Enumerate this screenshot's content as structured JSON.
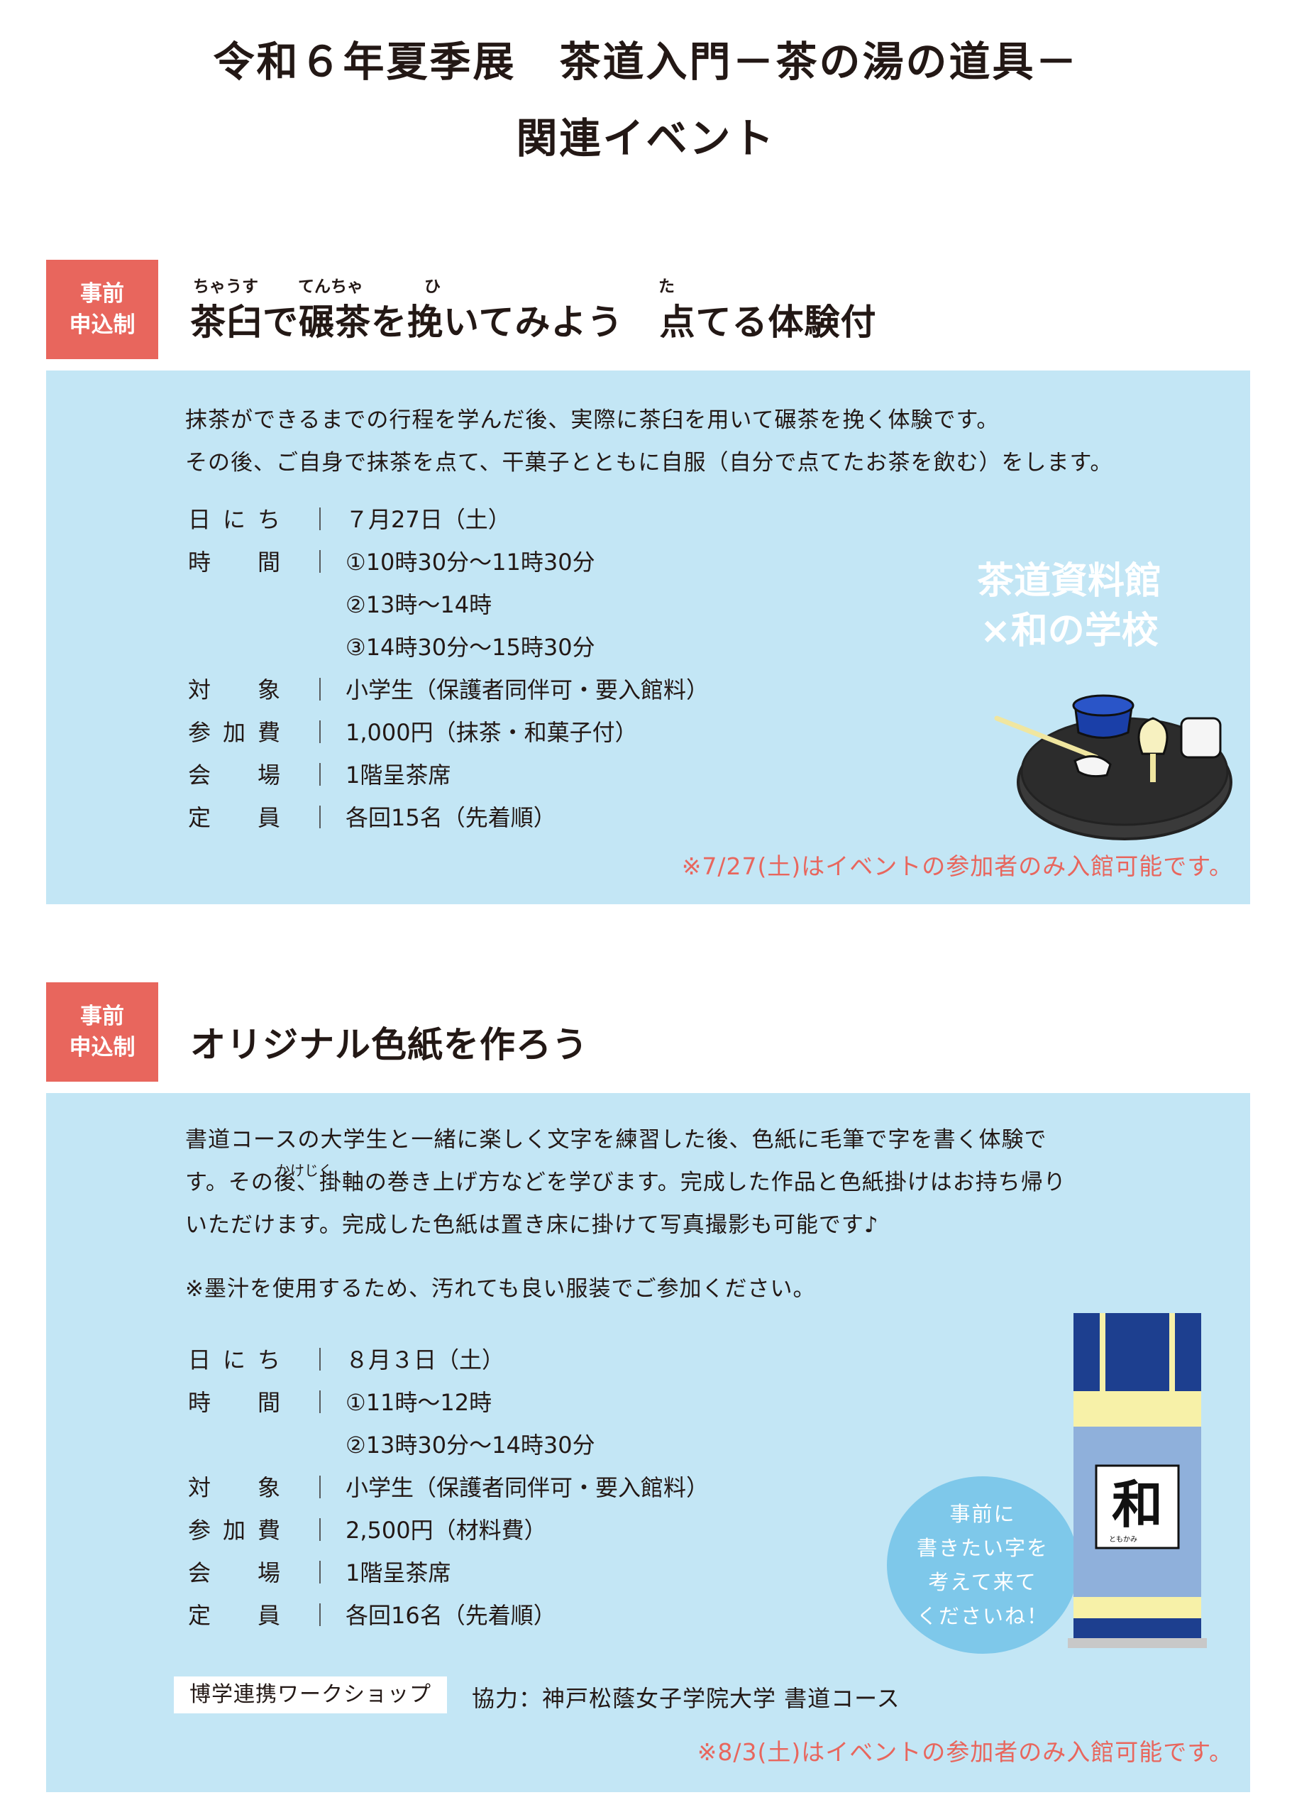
{
  "header": {
    "line1": "令和６年夏季展　茶道入門－茶の湯の道具－",
    "line2": "関連イベント"
  },
  "event1": {
    "badge": [
      "事前",
      "申込制"
    ],
    "ruby": {
      "chausu": "ちゃうす",
      "tencha": "てんちゃ",
      "hi": "ひ",
      "ta": "た"
    },
    "title": "茶臼で碾茶を挽いてみよう　点てる体験付",
    "description": [
      "抹茶ができるまでの行程を学んだ後、実際に茶臼を用いて碾茶を挽く体験です。",
      "その後、ご自身で抹茶を点て、干菓子とともに自服（自分で点てたお茶を飲む）をします。"
    ],
    "details": [
      {
        "label": "日にち",
        "value": "７月27日（土）"
      },
      {
        "label": "時間",
        "value": "①10時30分～11時30分"
      },
      {
        "label": "",
        "value": "②13時～14時"
      },
      {
        "label": "",
        "value": "③14時30分～15時30分"
      },
      {
        "label": "対象",
        "value": "小学生（保護者同伴可・要入館料）"
      },
      {
        "label": "参加費",
        "value": "1,000円（抹茶・和菓子付）"
      },
      {
        "label": "会場",
        "value": "1階呈茶席"
      },
      {
        "label": "定員",
        "value": "各回15名（先着順）"
      }
    ],
    "separator": "｜",
    "brand": [
      "茶道資料館",
      "×和の学校"
    ],
    "note": "※7/27(土)はイベントの参加者のみ入館可能です。"
  },
  "event2": {
    "badge": [
      "事前",
      "申込制"
    ],
    "title": "オリジナル色紙を作ろう",
    "ruby_kakejiku": "かけじく",
    "description": [
      "書道コースの大学生と一緒に楽しく文字を練習した後、色紙に毛筆で字を書く体験で",
      "す。その後、掛軸の巻き上げ方などを学びます。完成した作品と色紙掛けはお持ち帰り",
      "いただけます。完成した色紙は置き床に掛けて写真撮影も可能です♪"
    ],
    "caution": "※墨汁を使用するため、汚れても良い服装でご参加ください。",
    "details": [
      {
        "label": "日にち",
        "value": "８月３日（土）"
      },
      {
        "label": "時間",
        "value": "①11時～12時"
      },
      {
        "label": "",
        "value": "②13時30分～14時30分"
      },
      {
        "label": "対象",
        "value": "小学生（保護者同伴可・要入館料）"
      },
      {
        "label": "参加費",
        "value": "2,500円（材料費）"
      },
      {
        "label": "会場",
        "value": "1階呈茶席"
      },
      {
        "label": "定員",
        "value": "各回16名（先着順）"
      }
    ],
    "separator": "｜",
    "bubble": [
      "事前に",
      "書きたい字を",
      "考えて来て",
      "くださいね！"
    ],
    "scroll_char": "和",
    "scroll_sign": "ともかみ",
    "collab_tag": "博学連携ワークショップ",
    "collab_text": "協力：神戸松蔭女子学院大学 書道コース",
    "note": "※8/3(土)はイベントの参加者のみ入館可能です。"
  },
  "colors": {
    "accent": "#e8665d",
    "panel": "#c3e6f5",
    "scroll_blue": "#1d3f8f",
    "scroll_yellow": "#f7f1a8"
  },
  "icons": [
    "tea-set-illustration",
    "hanging-scroll-illustration"
  ]
}
